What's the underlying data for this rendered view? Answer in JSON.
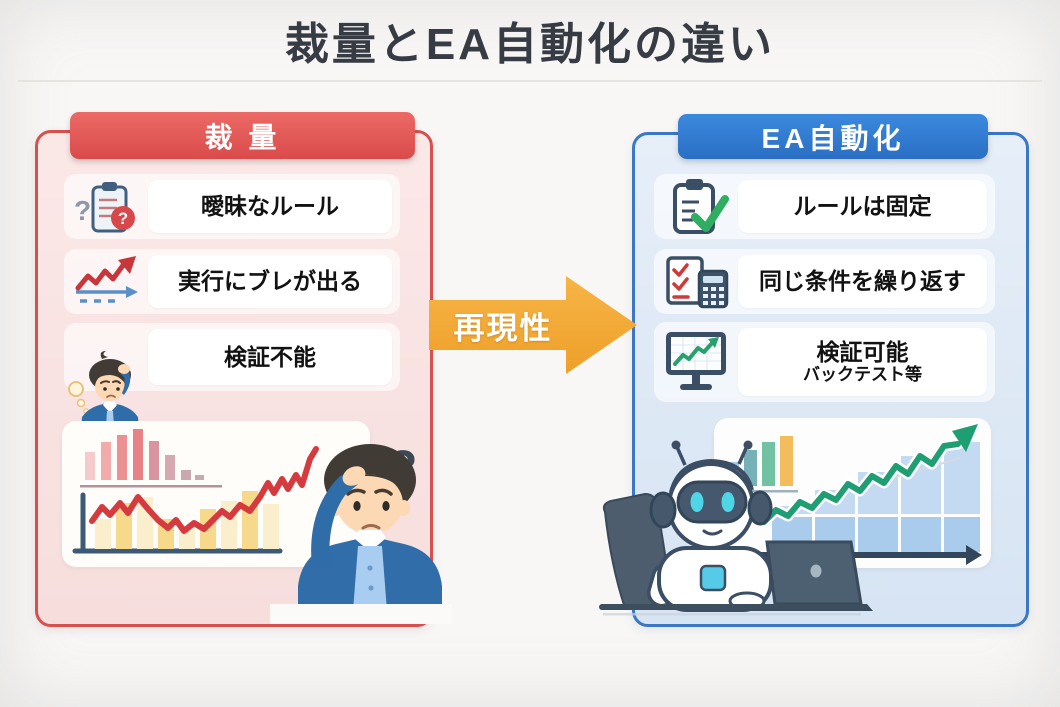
{
  "page": {
    "title": "裁量とEA自動化の違い"
  },
  "left_panel": {
    "header": "裁 量",
    "accent_color": "#d6504e",
    "background_color": "#f8e2e1",
    "items": [
      {
        "label": "曖昧なルール",
        "icon": "clipboard-question-icon"
      },
      {
        "label": "実行にブレが出る",
        "icon": "volatility-arrow-icon"
      },
      {
        "label": "検証不能",
        "icon": "confused-man-icon"
      }
    ]
  },
  "center_arrow": {
    "label": "再現性",
    "color": "#f2a63a"
  },
  "right_panel": {
    "header": "EA自動化",
    "accent_color": "#3a77c5",
    "background_color": "#dde9f5",
    "items": [
      {
        "label": "ルールは固定",
        "icon": "clipboard-check-icon"
      },
      {
        "label": "同じ条件を繰り返す",
        "icon": "checklist-calculator-icon"
      },
      {
        "label": "検証可能",
        "sublabel": "バックテスト等",
        "icon": "monitor-chart-icon"
      }
    ]
  }
}
